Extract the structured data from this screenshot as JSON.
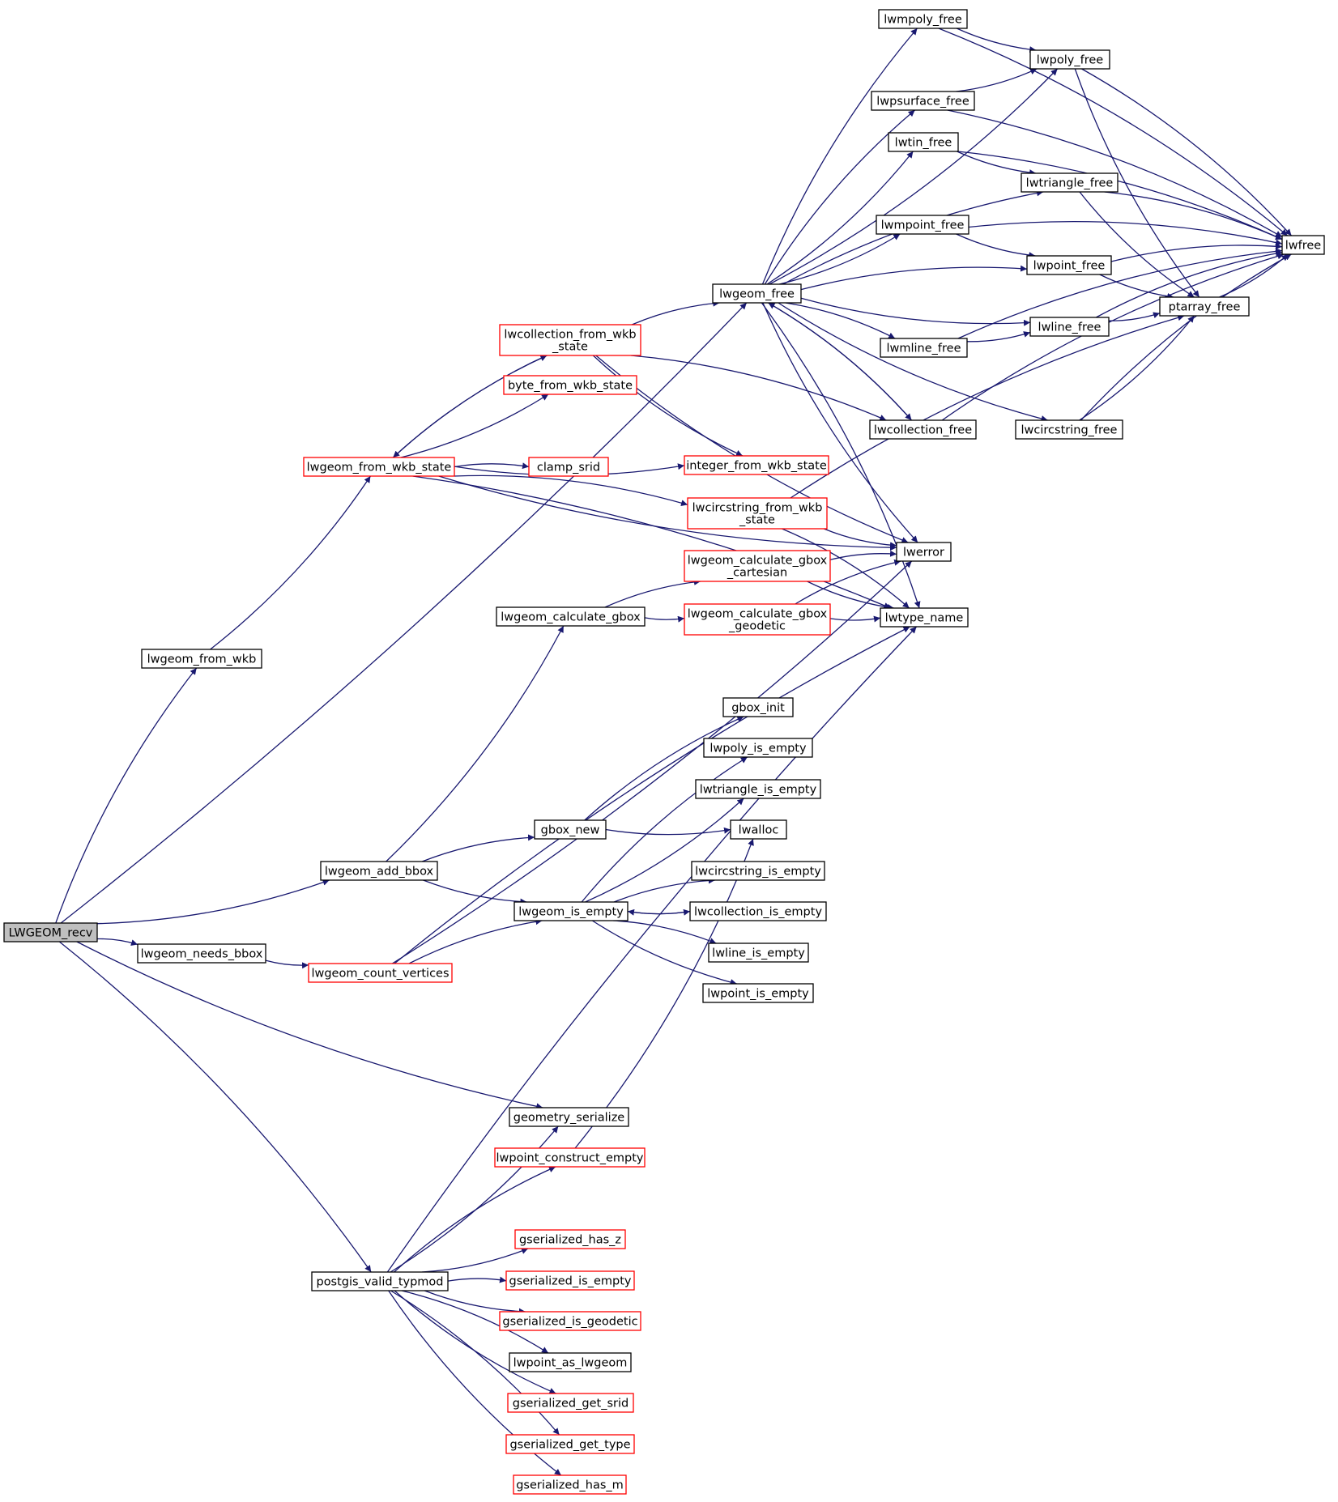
{
  "colors": {
    "edge": "#191970",
    "box_default": "#000000",
    "box_truncated": "#ff0000",
    "root_fill": "#bfbfbf",
    "node_fill": "#ffffff"
  },
  "nodes": [
    {
      "id": "LWGEOM_recv",
      "lines": [
        "LWGEOM_recv"
      ],
      "style": "root"
    },
    {
      "id": "lwgeom_from_wkb",
      "lines": [
        "lwgeom_from_wkb"
      ],
      "style": "black"
    },
    {
      "id": "lwgeom_add_bbox",
      "lines": [
        "lwgeom_add_bbox"
      ],
      "style": "black"
    },
    {
      "id": "lwgeom_needs_bbox",
      "lines": [
        "lwgeom_needs_bbox"
      ],
      "style": "black"
    },
    {
      "id": "postgis_valid_typmod",
      "lines": [
        "postgis_valid_typmod"
      ],
      "style": "black"
    },
    {
      "id": "lwgeom_from_wkb_state",
      "lines": [
        "lwgeom_from_wkb_state"
      ],
      "style": "red"
    },
    {
      "id": "lwgeom_count_vertices",
      "lines": [
        "lwgeom_count_vertices"
      ],
      "style": "red"
    },
    {
      "id": "lwcollection_from_wkb_state",
      "lines": [
        "lwcollection_from_wkb",
        "_state"
      ],
      "style": "red"
    },
    {
      "id": "byte_from_wkb_state",
      "lines": [
        "byte_from_wkb_state"
      ],
      "style": "red"
    },
    {
      "id": "clamp_srid",
      "lines": [
        "clamp_srid"
      ],
      "style": "red"
    },
    {
      "id": "lwgeom_calculate_gbox",
      "lines": [
        "lwgeom_calculate_gbox"
      ],
      "style": "black"
    },
    {
      "id": "gbox_new",
      "lines": [
        "gbox_new"
      ],
      "style": "black"
    },
    {
      "id": "lwgeom_is_empty",
      "lines": [
        "lwgeom_is_empty"
      ],
      "style": "black"
    },
    {
      "id": "geometry_serialize",
      "lines": [
        "geometry_serialize"
      ],
      "style": "black"
    },
    {
      "id": "lwpoint_construct_empty",
      "lines": [
        "lwpoint_construct_empty"
      ],
      "style": "red"
    },
    {
      "id": "gserialized_has_z",
      "lines": [
        "gserialized_has_z"
      ],
      "style": "red"
    },
    {
      "id": "gserialized_is_empty",
      "lines": [
        "gserialized_is_empty"
      ],
      "style": "red"
    },
    {
      "id": "gserialized_is_geodetic",
      "lines": [
        "gserialized_is_geodetic"
      ],
      "style": "red"
    },
    {
      "id": "lwpoint_as_lwgeom",
      "lines": [
        "lwpoint_as_lwgeom"
      ],
      "style": "black"
    },
    {
      "id": "gserialized_get_srid",
      "lines": [
        "gserialized_get_srid"
      ],
      "style": "red"
    },
    {
      "id": "gserialized_get_type",
      "lines": [
        "gserialized_get_type"
      ],
      "style": "red"
    },
    {
      "id": "gserialized_has_m",
      "lines": [
        "gserialized_has_m"
      ],
      "style": "red"
    },
    {
      "id": "lwgeom_free",
      "lines": [
        "lwgeom_free"
      ],
      "style": "black"
    },
    {
      "id": "integer_from_wkb_state",
      "lines": [
        "integer_from_wkb_state"
      ],
      "style": "red"
    },
    {
      "id": "lwcircstring_from_wkb_state",
      "lines": [
        "lwcircstring_from_wkb",
        "_state"
      ],
      "style": "red"
    },
    {
      "id": "lwgeom_calculate_gbox_cartesian",
      "lines": [
        "lwgeom_calculate_gbox",
        "_cartesian"
      ],
      "style": "red"
    },
    {
      "id": "lwgeom_calculate_gbox_geodetic",
      "lines": [
        "lwgeom_calculate_gbox",
        "_geodetic"
      ],
      "style": "red"
    },
    {
      "id": "gbox_init",
      "lines": [
        "gbox_init"
      ],
      "style": "black"
    },
    {
      "id": "lwpoly_is_empty",
      "lines": [
        "lwpoly_is_empty"
      ],
      "style": "black"
    },
    {
      "id": "lwtriangle_is_empty",
      "lines": [
        "lwtriangle_is_empty"
      ],
      "style": "black"
    },
    {
      "id": "lwalloc",
      "lines": [
        "lwalloc"
      ],
      "style": "black"
    },
    {
      "id": "lwcircstring_is_empty",
      "lines": [
        "lwcircstring_is_empty"
      ],
      "style": "black"
    },
    {
      "id": "lwcollection_is_empty",
      "lines": [
        "lwcollection_is_empty"
      ],
      "style": "black"
    },
    {
      "id": "lwline_is_empty",
      "lines": [
        "lwline_is_empty"
      ],
      "style": "black"
    },
    {
      "id": "lwpoint_is_empty",
      "lines": [
        "lwpoint_is_empty"
      ],
      "style": "black"
    },
    {
      "id": "lwmpoly_free",
      "lines": [
        "lwmpoly_free"
      ],
      "style": "black"
    },
    {
      "id": "lwpsurface_free",
      "lines": [
        "lwpsurface_free"
      ],
      "style": "black"
    },
    {
      "id": "lwtin_free",
      "lines": [
        "lwtin_free"
      ],
      "style": "black"
    },
    {
      "id": "lwmpoint_free",
      "lines": [
        "lwmpoint_free"
      ],
      "style": "black"
    },
    {
      "id": "lwmline_free",
      "lines": [
        "lwmline_free"
      ],
      "style": "black"
    },
    {
      "id": "lwcollection_free",
      "lines": [
        "lwcollection_free"
      ],
      "style": "black"
    },
    {
      "id": "lwerror",
      "lines": [
        "lwerror"
      ],
      "style": "black"
    },
    {
      "id": "lwtype_name",
      "lines": [
        "lwtype_name"
      ],
      "style": "black"
    },
    {
      "id": "lwpoly_free",
      "lines": [
        "lwpoly_free"
      ],
      "style": "black"
    },
    {
      "id": "lwtriangle_free",
      "lines": [
        "lwtriangle_free"
      ],
      "style": "black"
    },
    {
      "id": "lwpoint_free",
      "lines": [
        "lwpoint_free"
      ],
      "style": "black"
    },
    {
      "id": "lwline_free",
      "lines": [
        "lwline_free"
      ],
      "style": "black"
    },
    {
      "id": "lwcircstring_free",
      "lines": [
        "lwcircstring_free"
      ],
      "style": "black"
    },
    {
      "id": "ptarray_free",
      "lines": [
        "ptarray_free"
      ],
      "style": "black"
    },
    {
      "id": "lwfree",
      "lines": [
        "lwfree"
      ],
      "style": "black"
    }
  ],
  "edges": [
    {
      "from": "LWGEOM_recv",
      "to": "lwgeom_free"
    },
    {
      "from": "LWGEOM_recv",
      "to": "lwgeom_from_wkb"
    },
    {
      "from": "LWGEOM_recv",
      "to": "lwgeom_add_bbox"
    },
    {
      "from": "LWGEOM_recv",
      "to": "lwgeom_needs_bbox"
    },
    {
      "from": "LWGEOM_recv",
      "to": "geometry_serialize"
    },
    {
      "from": "LWGEOM_recv",
      "to": "postgis_valid_typmod"
    },
    {
      "from": "lwgeom_from_wkb",
      "to": "lwgeom_from_wkb_state"
    },
    {
      "from": "lwgeom_from_wkb_state",
      "to": "lwcollection_from_wkb_state"
    },
    {
      "from": "lwgeom_from_wkb_state",
      "to": "byte_from_wkb_state"
    },
    {
      "from": "lwgeom_from_wkb_state",
      "to": "clamp_srid"
    },
    {
      "from": "lwgeom_from_wkb_state",
      "to": "integer_from_wkb_state"
    },
    {
      "from": "lwgeom_from_wkb_state",
      "to": "lwcircstring_from_wkb_state"
    },
    {
      "from": "lwgeom_from_wkb_state",
      "to": "lwerror"
    },
    {
      "from": "lwgeom_from_wkb_state",
      "to": "lwtype_name"
    },
    {
      "from": "lwcollection_from_wkb_state",
      "to": "lwgeom_from_wkb_state"
    },
    {
      "from": "lwcollection_from_wkb_state",
      "to": "lwgeom_free"
    },
    {
      "from": "lwcollection_from_wkb_state",
      "to": "integer_from_wkb_state"
    },
    {
      "from": "lwcollection_from_wkb_state",
      "to": "lwcollection_free"
    },
    {
      "from": "lwcollection_from_wkb_state",
      "to": "lwerror"
    },
    {
      "from": "lwcircstring_from_wkb_state",
      "to": "ptarray_free"
    },
    {
      "from": "lwcircstring_from_wkb_state",
      "to": "lwerror"
    },
    {
      "from": "lwcircstring_from_wkb_state",
      "to": "lwtype_name"
    },
    {
      "from": "lwgeom_add_bbox",
      "to": "lwgeom_calculate_gbox"
    },
    {
      "from": "lwgeom_add_bbox",
      "to": "gbox_new"
    },
    {
      "from": "lwgeom_add_bbox",
      "to": "lwgeom_is_empty"
    },
    {
      "from": "lwgeom_calculate_gbox",
      "to": "lwgeom_calculate_gbox_cartesian"
    },
    {
      "from": "lwgeom_calculate_gbox",
      "to": "lwgeom_calculate_gbox_geodetic"
    },
    {
      "from": "lwgeom_calculate_gbox_cartesian",
      "to": "lwerror"
    },
    {
      "from": "lwgeom_calculate_gbox_cartesian",
      "to": "lwtype_name"
    },
    {
      "from": "lwgeom_calculate_gbox_geodetic",
      "to": "lwerror"
    },
    {
      "from": "lwgeom_calculate_gbox_geodetic",
      "to": "lwtype_name"
    },
    {
      "from": "gbox_new",
      "to": "gbox_init"
    },
    {
      "from": "gbox_new",
      "to": "lwalloc"
    },
    {
      "from": "lwgeom_is_empty",
      "to": "lwpoly_is_empty"
    },
    {
      "from": "lwgeom_is_empty",
      "to": "lwtriangle_is_empty"
    },
    {
      "from": "lwgeom_is_empty",
      "to": "lwcircstring_is_empty"
    },
    {
      "from": "lwgeom_is_empty",
      "to": "lwcollection_is_empty"
    },
    {
      "from": "lwgeom_is_empty",
      "to": "lwline_is_empty"
    },
    {
      "from": "lwgeom_is_empty",
      "to": "lwpoint_is_empty"
    },
    {
      "from": "lwcollection_is_empty",
      "to": "lwgeom_is_empty"
    },
    {
      "from": "lwgeom_needs_bbox",
      "to": "lwgeom_count_vertices"
    },
    {
      "from": "lwgeom_count_vertices",
      "to": "lwgeom_is_empty"
    },
    {
      "from": "lwgeom_count_vertices",
      "to": "lwerror"
    },
    {
      "from": "lwgeom_count_vertices",
      "to": "lwtype_name"
    },
    {
      "from": "postgis_valid_typmod",
      "to": "geometry_serialize"
    },
    {
      "from": "postgis_valid_typmod",
      "to": "lwpoint_construct_empty"
    },
    {
      "from": "postgis_valid_typmod",
      "to": "gserialized_has_z"
    },
    {
      "from": "postgis_valid_typmod",
      "to": "gserialized_is_empty"
    },
    {
      "from": "postgis_valid_typmod",
      "to": "gserialized_is_geodetic"
    },
    {
      "from": "postgis_valid_typmod",
      "to": "lwpoint_as_lwgeom"
    },
    {
      "from": "postgis_valid_typmod",
      "to": "gserialized_get_srid"
    },
    {
      "from": "postgis_valid_typmod",
      "to": "gserialized_get_type"
    },
    {
      "from": "postgis_valid_typmod",
      "to": "gserialized_has_m"
    },
    {
      "from": "postgis_valid_typmod",
      "to": "lwtype_name"
    },
    {
      "from": "lwpoint_construct_empty",
      "to": "lwalloc"
    },
    {
      "from": "lwgeom_free",
      "to": "lwmpoly_free"
    },
    {
      "from": "lwgeom_free",
      "to": "lwpoly_free"
    },
    {
      "from": "lwgeom_free",
      "to": "lwpsurface_free"
    },
    {
      "from": "lwgeom_free",
      "to": "lwtin_free"
    },
    {
      "from": "lwgeom_free",
      "to": "lwtriangle_free"
    },
    {
      "from": "lwgeom_free",
      "to": "lwmpoint_free"
    },
    {
      "from": "lwgeom_free",
      "to": "lwpoint_free"
    },
    {
      "from": "lwgeom_free",
      "to": "lwline_free"
    },
    {
      "from": "lwgeom_free",
      "to": "lwmline_free"
    },
    {
      "from": "lwgeom_free",
      "to": "lwcircstring_free"
    },
    {
      "from": "lwgeom_free",
      "to": "lwcollection_free"
    },
    {
      "from": "lwgeom_free",
      "to": "lwerror"
    },
    {
      "from": "lwgeom_free",
      "to": "lwtype_name"
    },
    {
      "from": "lwcollection_free",
      "to": "lwgeom_free"
    },
    {
      "from": "lwcollection_free",
      "to": "lwfree"
    },
    {
      "from": "lwmpoly_free",
      "to": "lwpoly_free"
    },
    {
      "from": "lwmpoly_free",
      "to": "lwfree"
    },
    {
      "from": "lwpsurface_free",
      "to": "lwpoly_free"
    },
    {
      "from": "lwpsurface_free",
      "to": "lwfree"
    },
    {
      "from": "lwtin_free",
      "to": "lwtriangle_free"
    },
    {
      "from": "lwtin_free",
      "to": "lwfree"
    },
    {
      "from": "lwmpoint_free",
      "to": "lwpoint_free"
    },
    {
      "from": "lwmpoint_free",
      "to": "lwfree"
    },
    {
      "from": "lwmline_free",
      "to": "lwline_free"
    },
    {
      "from": "lwmline_free",
      "to": "lwfree"
    },
    {
      "from": "lwpoly_free",
      "to": "ptarray_free"
    },
    {
      "from": "lwpoly_free",
      "to": "lwfree"
    },
    {
      "from": "lwtriangle_free",
      "to": "ptarray_free"
    },
    {
      "from": "lwtriangle_free",
      "to": "lwfree"
    },
    {
      "from": "lwpoint_free",
      "to": "ptarray_free"
    },
    {
      "from": "lwpoint_free",
      "to": "lwfree"
    },
    {
      "from": "lwline_free",
      "to": "ptarray_free"
    },
    {
      "from": "lwline_free",
      "to": "lwfree"
    },
    {
      "from": "lwcircstring_free",
      "to": "ptarray_free"
    },
    {
      "from": "lwcircstring_free",
      "to": "lwfree"
    },
    {
      "from": "ptarray_free",
      "to": "lwfree"
    }
  ]
}
